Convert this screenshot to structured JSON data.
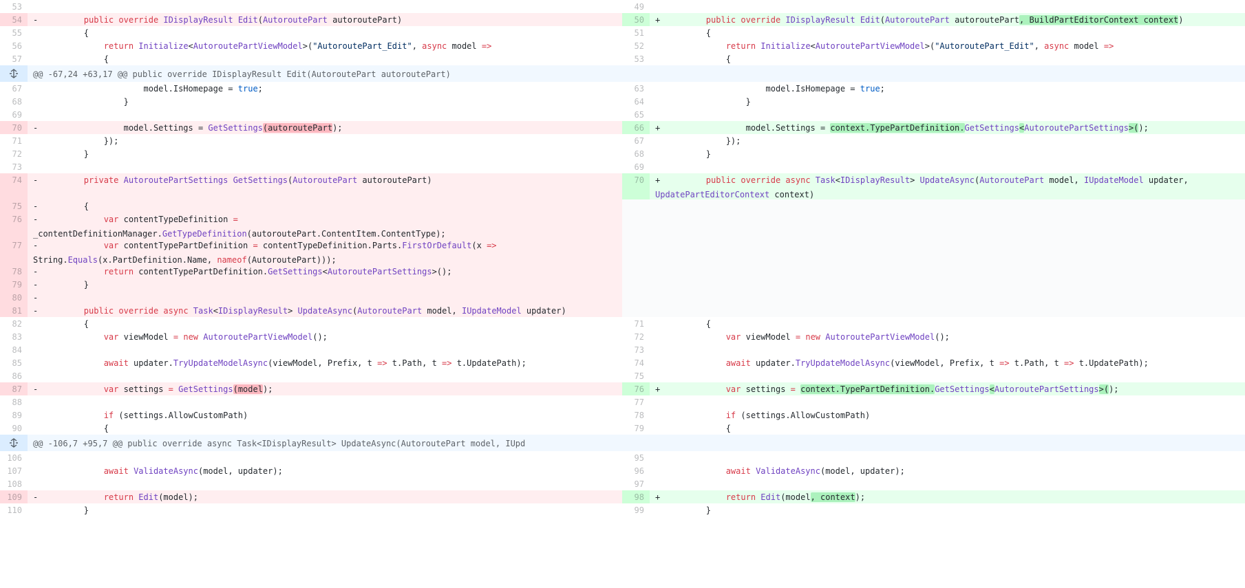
{
  "rows": [
    {
      "kind": "code",
      "h": 19,
      "left": {
        "num": "53",
        "type": "ctx",
        "code": ""
      },
      "right": {
        "num": "49",
        "type": "ctx",
        "code": ""
      }
    },
    {
      "kind": "code",
      "h": 19,
      "left": {
        "num": "54",
        "type": "del",
        "code": "        [[k:public]] [[k:override]] [[t:IDisplayResult]] [[t:Edit]]([[t:AutoroutePart]] autoroutePart)"
      },
      "right": {
        "num": "50",
        "type": "add",
        "code": "        [[k:public]] [[k:override]] [[t:IDisplayResult]] [[t:Edit]]([[t:AutoroutePart]] autoroutePart[[ha:, BuildPartEditorContext context]])"
      }
    },
    {
      "kind": "code",
      "h": 19,
      "left": {
        "num": "55",
        "type": "ctx",
        "code": "        {"
      },
      "right": {
        "num": "51",
        "type": "ctx",
        "code": "        {"
      }
    },
    {
      "kind": "code",
      "h": 19,
      "left": {
        "num": "56",
        "type": "ctx",
        "code": "            [[k:return]] [[t:Initialize]]<[[t:AutoroutePartViewModel]]>([[s:\"AutoroutePart_Edit\"]], [[k:async]] model [[k:=>]]"
      },
      "right": {
        "num": "52",
        "type": "ctx",
        "code": "            [[k:return]] [[t:Initialize]]<[[t:AutoroutePartViewModel]]>([[s:\"AutoroutePart_Edit\"]], [[k:async]] model [[k:=>]]"
      }
    },
    {
      "kind": "code",
      "h": 19,
      "left": {
        "num": "57",
        "type": "ctx",
        "code": "            {"
      },
      "right": {
        "num": "53",
        "type": "ctx",
        "code": "            {"
      }
    },
    {
      "kind": "hunk",
      "h": 24,
      "text": "@@ -67,24 +63,17 @@ public override IDisplayResult Edit(AutoroutePart autoroutePart)"
    },
    {
      "kind": "code",
      "h": 19,
      "left": {
        "num": "67",
        "type": "ctx",
        "code": "                    model.IsHomepage = [[c:true]];"
      },
      "right": {
        "num": "63",
        "type": "ctx",
        "code": "                    model.IsHomepage = [[c:true]];"
      }
    },
    {
      "kind": "code",
      "h": 19,
      "left": {
        "num": "68",
        "type": "ctx",
        "code": "                }"
      },
      "right": {
        "num": "64",
        "type": "ctx",
        "code": "                }"
      }
    },
    {
      "kind": "code",
      "h": 19,
      "left": {
        "num": "69",
        "type": "ctx",
        "code": ""
      },
      "right": {
        "num": "65",
        "type": "ctx",
        "code": ""
      }
    },
    {
      "kind": "code",
      "h": 19,
      "left": {
        "num": "70",
        "type": "del",
        "code": "                model.Settings = [[t:GetSettings]][[hd:(autoroutePart]]);"
      },
      "right": {
        "num": "66",
        "type": "add",
        "code": "                model.Settings = [[ha:context.TypePartDefinition.]][[t:GetSettings]][[ha:<]][[t:AutoroutePartSettings]][[ha:>(]]);"
      }
    },
    {
      "kind": "code",
      "h": 19,
      "left": {
        "num": "71",
        "type": "ctx",
        "code": "            });"
      },
      "right": {
        "num": "67",
        "type": "ctx",
        "code": "            });"
      }
    },
    {
      "kind": "code",
      "h": 19,
      "left": {
        "num": "72",
        "type": "ctx",
        "code": "        }"
      },
      "right": {
        "num": "68",
        "type": "ctx",
        "code": "        }"
      }
    },
    {
      "kind": "code",
      "h": 19,
      "left": {
        "num": "73",
        "type": "ctx",
        "code": ""
      },
      "right": {
        "num": "69",
        "type": "ctx",
        "code": ""
      }
    },
    {
      "kind": "code",
      "h": 38,
      "left": {
        "num": "74",
        "type": "del",
        "code": "        [[k:private]] [[t:AutoroutePartSettings]] [[t:GetSettings]]([[t:AutoroutePart]] autoroutePart)"
      },
      "right": {
        "num": "70",
        "type": "add",
        "code": "        [[k:public]] [[k:override]] [[k:async]] [[t:Task]]<[[t:IDisplayResult]]> [[t:UpdateAsync]]([[t:AutoroutePart]] model, [[t:IUpdateModel]] updater,\n[[t:UpdatePartEditorContext]] context)"
      }
    },
    {
      "kind": "code",
      "h": 19,
      "left": {
        "num": "75",
        "type": "del",
        "code": "        {"
      },
      "right": {
        "num": "",
        "type": "empty",
        "code": ""
      }
    },
    {
      "kind": "code",
      "h": 38,
      "left": {
        "num": "76",
        "type": "del",
        "code": "            [[k:var]] contentTypeDefinition [[k:=]]\n_contentDefinitionManager.[[t:GetTypeDefinition]](autoroutePart.ContentItem.ContentType);"
      },
      "right": {
        "num": "",
        "type": "empty",
        "code": ""
      }
    },
    {
      "kind": "code",
      "h": 38,
      "left": {
        "num": "77",
        "type": "del",
        "code": "            [[k:var]] contentTypePartDefinition [[k:=]] contentTypeDefinition.Parts.[[t:FirstOrDefault]](x [[k:=>]]\nString.[[t:Equals]](x.PartDefinition.Name, [[k:nameof]](AutoroutePart)));"
      },
      "right": {
        "num": "",
        "type": "empty",
        "code": ""
      }
    },
    {
      "kind": "code",
      "h": 19,
      "left": {
        "num": "78",
        "type": "del",
        "code": "            [[k:return]] contentTypePartDefinition.[[t:GetSettings]]<[[t:AutoroutePartSettings]]>();"
      },
      "right": {
        "num": "",
        "type": "empty",
        "code": ""
      }
    },
    {
      "kind": "code",
      "h": 19,
      "left": {
        "num": "79",
        "type": "del",
        "code": "        }"
      },
      "right": {
        "num": "",
        "type": "empty",
        "code": ""
      }
    },
    {
      "kind": "code",
      "h": 19,
      "left": {
        "num": "80",
        "type": "del",
        "code": ""
      },
      "right": {
        "num": "",
        "type": "empty",
        "code": ""
      }
    },
    {
      "kind": "code",
      "h": 19,
      "left": {
        "num": "81",
        "type": "del",
        "code": "        [[k:public]] [[k:override]] [[k:async]] [[t:Task]]<[[t:IDisplayResult]]> [[t:UpdateAsync]]([[t:AutoroutePart]] model, [[t:IUpdateModel]] updater)"
      },
      "right": {
        "num": "",
        "type": "empty",
        "code": ""
      }
    },
    {
      "kind": "code",
      "h": 19,
      "left": {
        "num": "82",
        "type": "ctx",
        "code": "        {"
      },
      "right": {
        "num": "71",
        "type": "ctx",
        "code": "        {"
      }
    },
    {
      "kind": "code",
      "h": 19,
      "left": {
        "num": "83",
        "type": "ctx",
        "code": "            [[k:var]] viewModel [[k:=]] [[k:new]] [[t:AutoroutePartViewModel]]();"
      },
      "right": {
        "num": "72",
        "type": "ctx",
        "code": "            [[k:var]] viewModel [[k:=]] [[k:new]] [[t:AutoroutePartViewModel]]();"
      }
    },
    {
      "kind": "code",
      "h": 19,
      "left": {
        "num": "84",
        "type": "ctx",
        "code": ""
      },
      "right": {
        "num": "73",
        "type": "ctx",
        "code": ""
      }
    },
    {
      "kind": "code",
      "h": 19,
      "left": {
        "num": "85",
        "type": "ctx",
        "code": "            [[k:await]] updater.[[t:TryUpdateModelAsync]](viewModel, Prefix, t [[k:=>]] t.Path, t [[k:=>]] t.UpdatePath);"
      },
      "right": {
        "num": "74",
        "type": "ctx",
        "code": "            [[k:await]] updater.[[t:TryUpdateModelAsync]](viewModel, Prefix, t [[k:=>]] t.Path, t [[k:=>]] t.UpdatePath);"
      }
    },
    {
      "kind": "code",
      "h": 19,
      "left": {
        "num": "86",
        "type": "ctx",
        "code": ""
      },
      "right": {
        "num": "75",
        "type": "ctx",
        "code": ""
      }
    },
    {
      "kind": "code",
      "h": 19,
      "left": {
        "num": "87",
        "type": "del",
        "code": "            [[k:var]] settings [[k:=]] [[t:GetSettings]][[hd:(model]]);"
      },
      "right": {
        "num": "76",
        "type": "add",
        "code": "            [[k:var]] settings [[k:=]] [[ha:context.TypePartDefinition.]][[t:GetSettings]][[ha:<]][[t:AutoroutePartSettings]][[ha:>(]]);"
      }
    },
    {
      "kind": "code",
      "h": 19,
      "left": {
        "num": "88",
        "type": "ctx",
        "code": ""
      },
      "right": {
        "num": "77",
        "type": "ctx",
        "code": ""
      }
    },
    {
      "kind": "code",
      "h": 19,
      "left": {
        "num": "89",
        "type": "ctx",
        "code": "            [[k:if]] (settings.AllowCustomPath)"
      },
      "right": {
        "num": "78",
        "type": "ctx",
        "code": "            [[k:if]] (settings.AllowCustomPath)"
      }
    },
    {
      "kind": "code",
      "h": 19,
      "left": {
        "num": "90",
        "type": "ctx",
        "code": "            {"
      },
      "right": {
        "num": "79",
        "type": "ctx",
        "code": "            {"
      }
    },
    {
      "kind": "hunk",
      "h": 24,
      "text": "@@ -106,7 +95,7 @@ public override async Task<IDisplayResult> UpdateAsync(AutoroutePart model, IUpd"
    },
    {
      "kind": "code",
      "h": 19,
      "left": {
        "num": "106",
        "type": "ctx",
        "code": ""
      },
      "right": {
        "num": "95",
        "type": "ctx",
        "code": ""
      }
    },
    {
      "kind": "code",
      "h": 19,
      "left": {
        "num": "107",
        "type": "ctx",
        "code": "            [[k:await]] [[t:ValidateAsync]](model, updater);"
      },
      "right": {
        "num": "96",
        "type": "ctx",
        "code": "            [[k:await]] [[t:ValidateAsync]](model, updater);"
      }
    },
    {
      "kind": "code",
      "h": 19,
      "left": {
        "num": "108",
        "type": "ctx",
        "code": ""
      },
      "right": {
        "num": "97",
        "type": "ctx",
        "code": ""
      }
    },
    {
      "kind": "code",
      "h": 19,
      "left": {
        "num": "109",
        "type": "del",
        "code": "            [[k:return]] [[t:Edit]](model);"
      },
      "right": {
        "num": "98",
        "type": "add",
        "code": "            [[k:return]] [[t:Edit]](model[[ha:, context]]);"
      }
    },
    {
      "kind": "code",
      "h": 19,
      "left": {
        "num": "110",
        "type": "ctx",
        "code": "        }"
      },
      "right": {
        "num": "99",
        "type": "ctx",
        "code": "        }"
      }
    }
  ],
  "icons": {
    "expand": "unfold-icon"
  }
}
